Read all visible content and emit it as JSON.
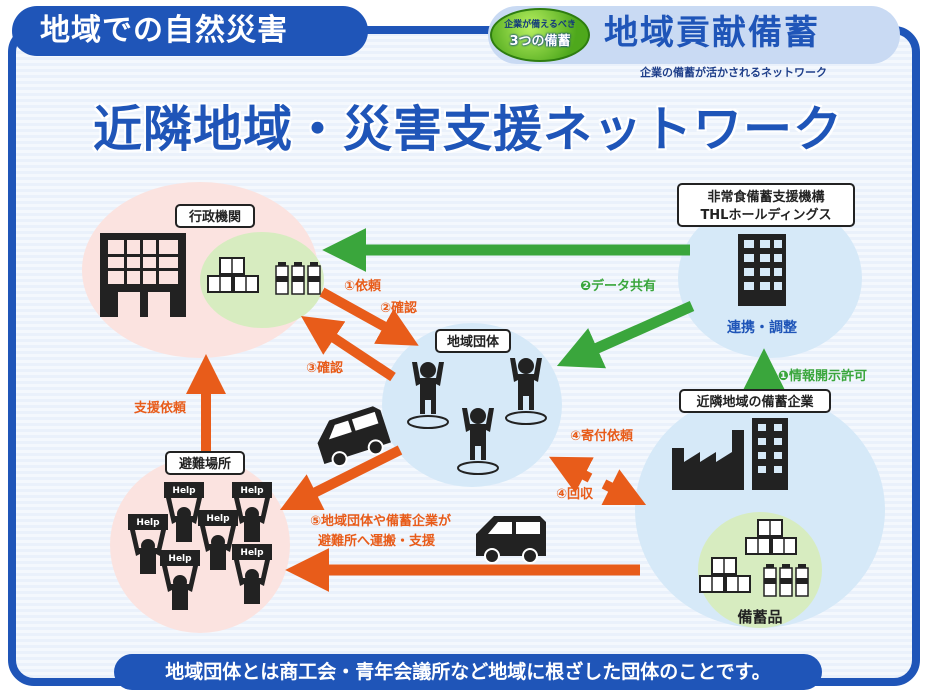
{
  "header": {
    "tag": "地域での自然災害",
    "badge_top": "企業が備えるべき",
    "badge_main": "3つの備蓄",
    "brand": "地域貢献備蓄",
    "brand_sub": "企業の備蓄が活かされるネットワーク",
    "title": "近隣地域・災害支援ネットワーク"
  },
  "nodes": {
    "gov": "行政機関",
    "thl_line1": "非常食備蓄支援機構",
    "thl_line2": "THLホールディングス",
    "thl_role": "連携・調整",
    "community": "地域団体",
    "company": "近隣地域の備蓄企業",
    "company_stock": "備蓄品",
    "shelter": "避難場所",
    "help": "Help"
  },
  "arrows": {
    "request": "①依頼",
    "confirm2": "②確認",
    "confirm3": "③確認",
    "data_share": "❷データ共有",
    "info_open": "❶情報開示許可",
    "donate_request": "④寄付依頼",
    "collect": "④回収",
    "support_request": "支援依頼",
    "transport_line1": "⑤地域団体や備蓄企業が",
    "transport_line2": "避難所へ運搬・支援"
  },
  "footer": "地域団体とは商工会・青年会議所など地域に根ざした団体のことです。",
  "colors": {
    "blue": "#1f55b8",
    "green": "#3aa63c",
    "orange": "#e85c1a"
  }
}
